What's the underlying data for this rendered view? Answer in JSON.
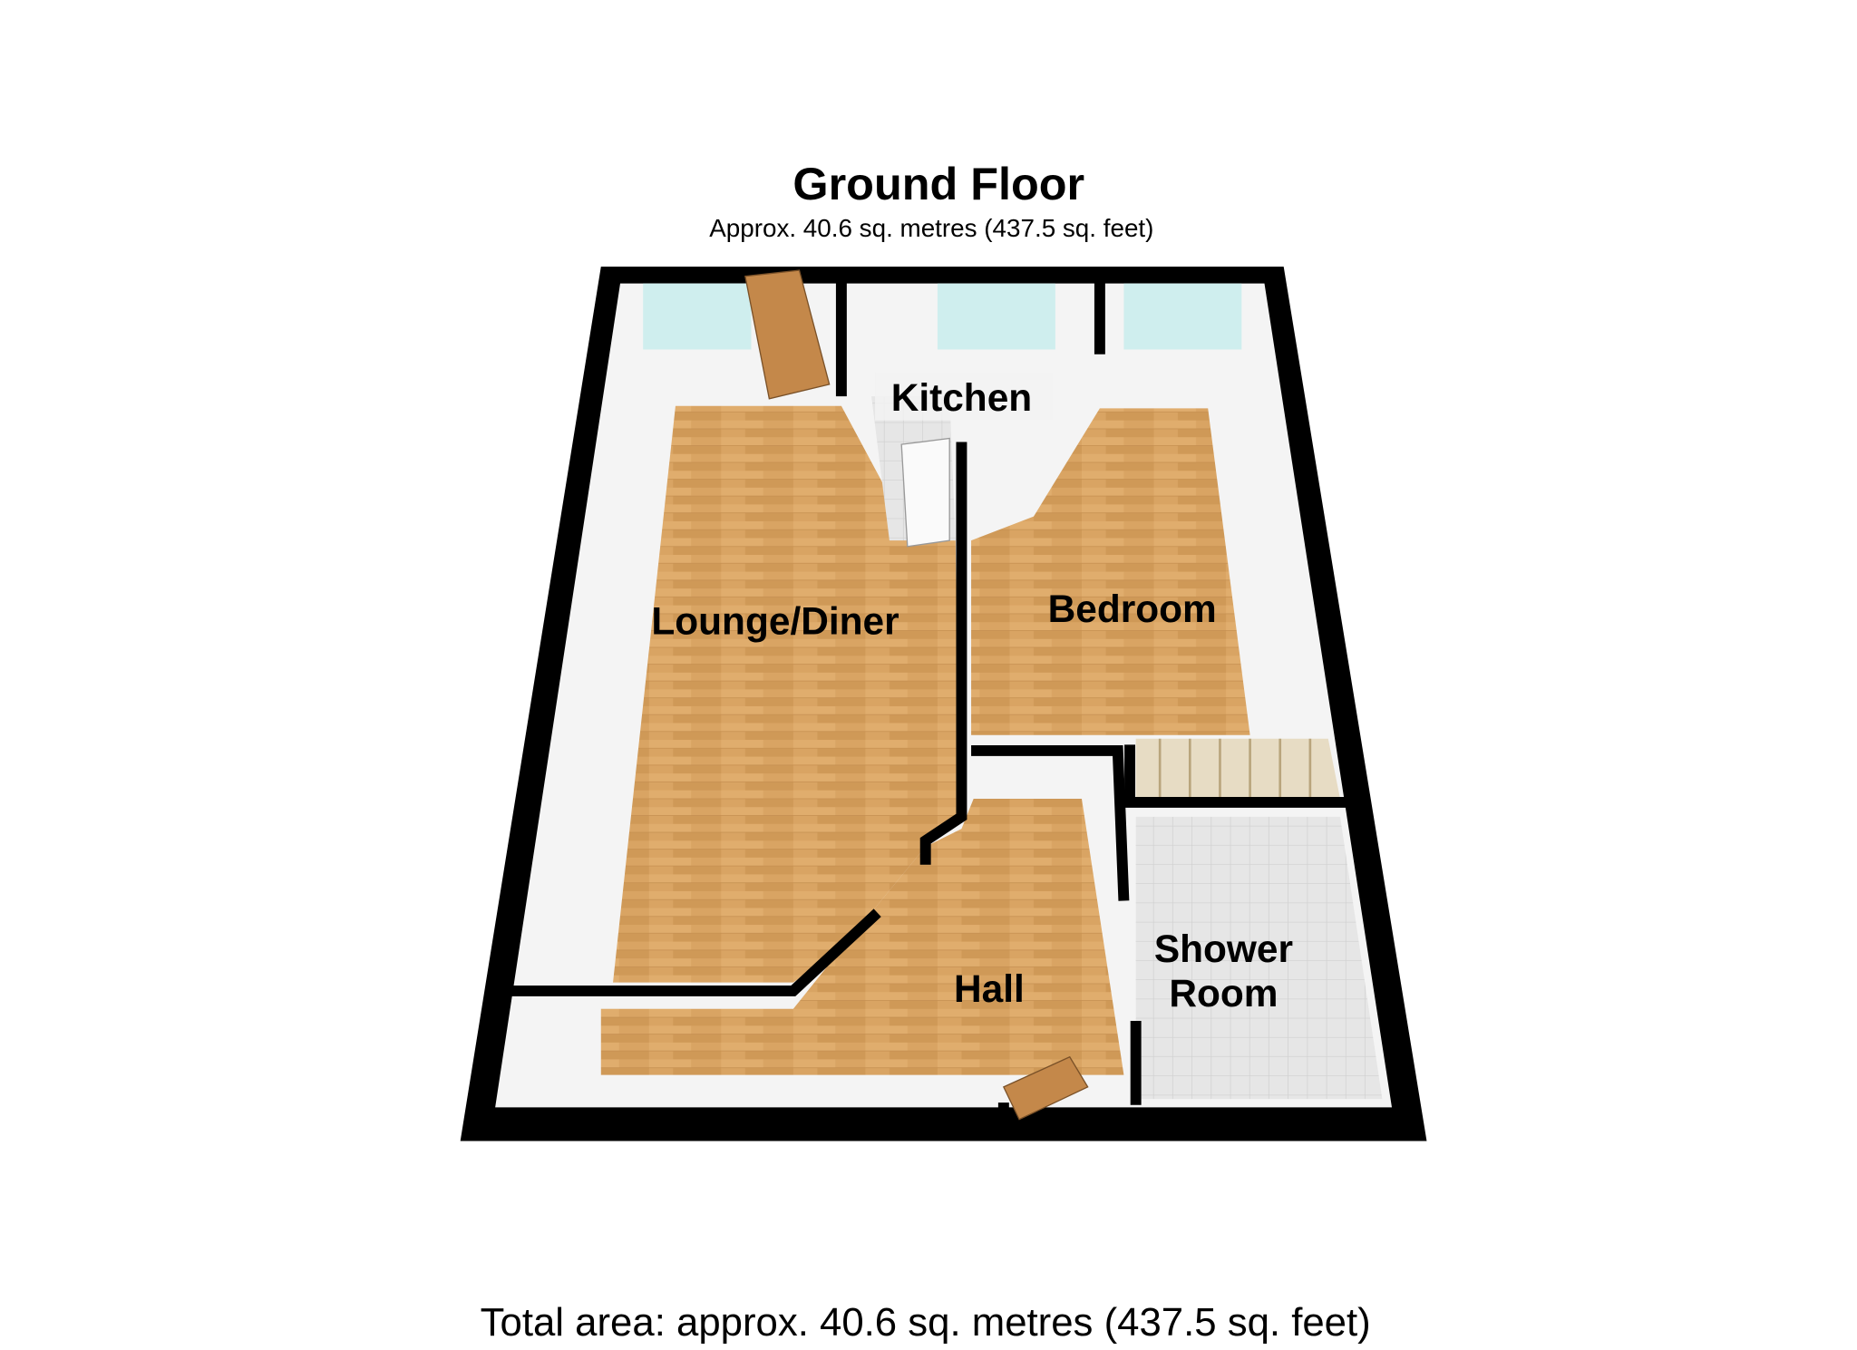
{
  "header": {
    "title": "Ground Floor",
    "subtitle": "Approx. 40.6 sq. metres (437.5 sq. feet)"
  },
  "rooms": {
    "kitchen": "Kitchen",
    "lounge": "Lounge/Diner",
    "bedroom": "Bedroom",
    "hall": "Hall",
    "shower_line1": "Shower",
    "shower_line2": "Room"
  },
  "footer": {
    "total": "Total area: approx. 40.6 sq. metres (437.5 sq. feet)"
  },
  "colors": {
    "wood": "#d9a463",
    "wall": "#000000",
    "window": "#cfeeee",
    "tile": "#e4e4e4"
  }
}
